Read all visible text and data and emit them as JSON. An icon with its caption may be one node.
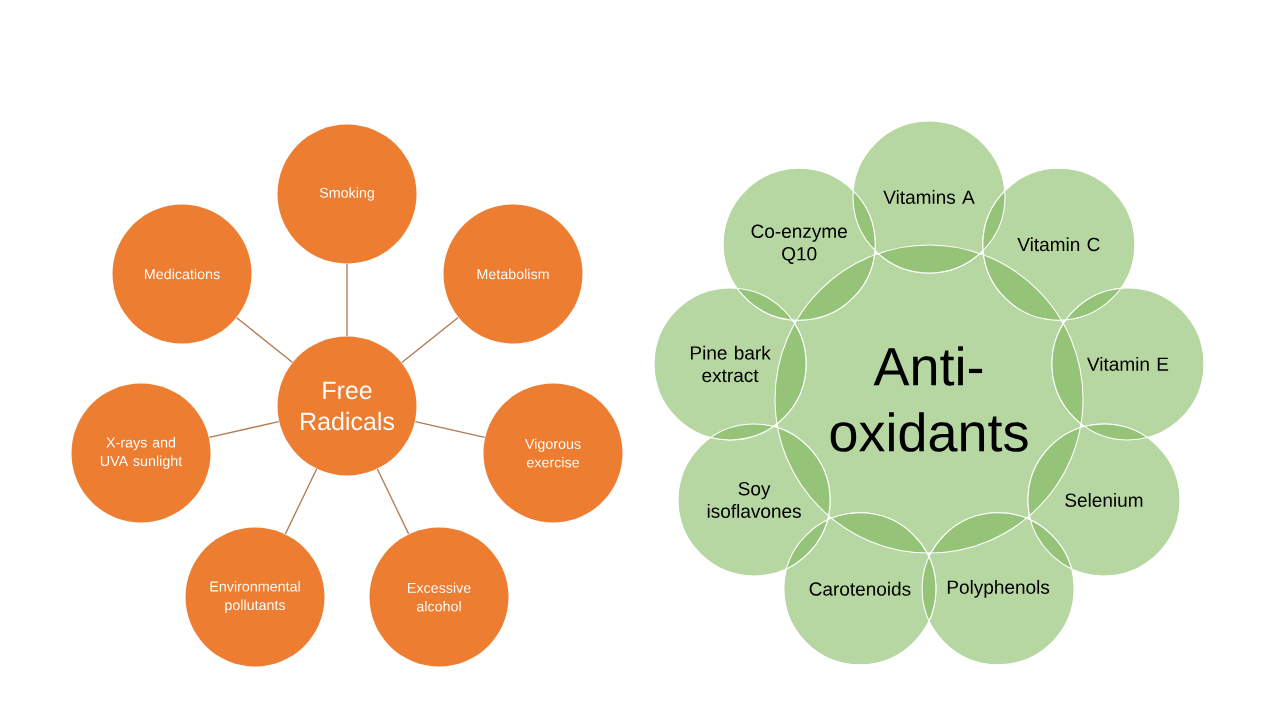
{
  "diagram": {
    "nodes": [
      {
        "text": [
          "Free Radicals"
        ]
      },
      {
        "text": [
          "Smoking"
        ]
      },
      {
        "text": [
          "Metabolism"
        ]
      },
      {
        "text": [
          "Vigorous exercise"
        ]
      },
      {
        "text": [
          "Excessive alcohol"
        ]
      },
      {
        "text": [
          "Environmental pollutants"
        ]
      },
      {
        "text": [
          "X-rays and UVA sunlight"
        ]
      },
      {
        "text": [
          "Medications"
        ]
      },
      {
        "text": [
          "Anti- oxidants"
        ]
      },
      {
        "text": [
          "Vitamins A"
        ]
      },
      {
        "text": [
          "Vitamin C"
        ]
      },
      {
        "text": [
          "Vitamin E"
        ]
      },
      {
        "text": [
          "Selenium"
        ]
      },
      {
        "text": [
          "Polyphenols"
        ]
      },
      {
        "text": [
          "Carotenoids"
        ]
      },
      {
        "text": [
          "Soy isoflavones"
        ]
      },
      {
        "text": [
          "Pine bark extract"
        ]
      },
      {
        "text": [
          "Co-enzyme Q10"
        ]
      }
    ],
    "edges": [
      {
        "from": 0,
        "to": 1,
        "arrow": "none"
      },
      {
        "from": 0,
        "to": 2,
        "arrow": "none"
      },
      {
        "from": 0,
        "to": 3,
        "arrow": "none"
      },
      {
        "from": 0,
        "to": 4,
        "arrow": "none"
      },
      {
        "from": 0,
        "to": 5,
        "arrow": "none"
      },
      {
        "from": 0,
        "to": 6,
        "arrow": "none"
      },
      {
        "from": 0,
        "to": 7,
        "arrow": "none"
      }
    ]
  }
}
